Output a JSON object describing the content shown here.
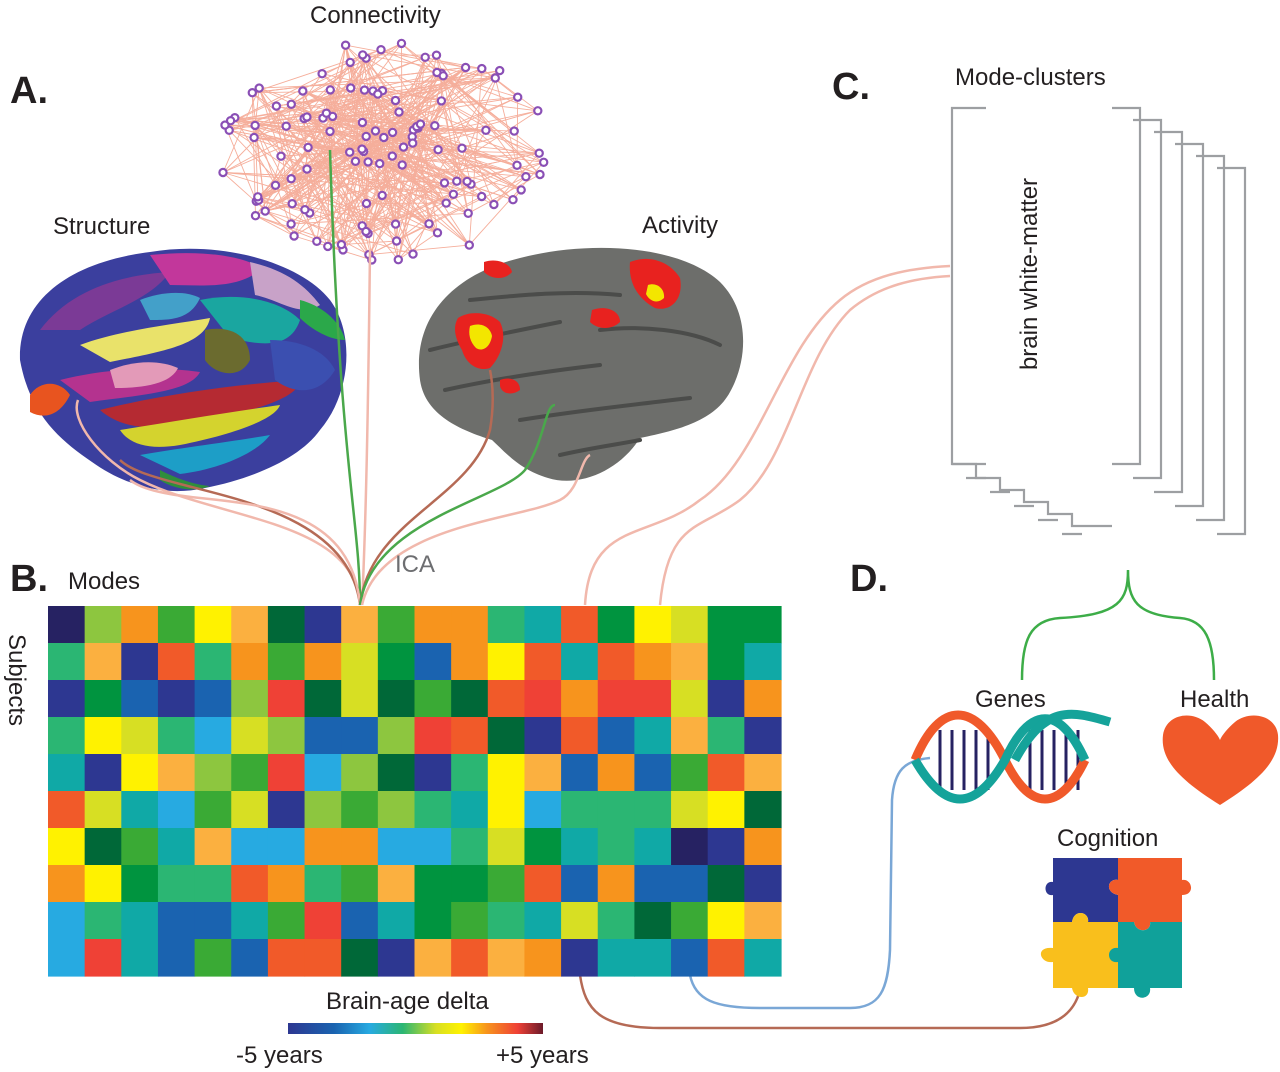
{
  "panels": {
    "a": "A.",
    "b": "B.",
    "c": "C.",
    "d": "D."
  },
  "panel_a": {
    "connectivity_label": "Connectivity",
    "structure_label": "Structure",
    "activity_label": "Activity",
    "ica_label": "ICA"
  },
  "panel_b": {
    "modes_label": "Modes",
    "subjects_label": "Subjects",
    "colorbar_title": "Brain-age delta",
    "colorbar_min": "-5 years",
    "colorbar_max": "+5 years",
    "matrix_rows": 10,
    "matrix_cols": 20,
    "palette": [
      "#2d3791",
      "#1a63b0",
      "#27aae1",
      "#10a9a6",
      "#2bb673",
      "#3aaa35",
      "#00943f",
      "#006838",
      "#8dc63f",
      "#d7df23",
      "#fff200",
      "#fbb040",
      "#f7941d",
      "#f15a29",
      "#ef4136",
      "#262262"
    ],
    "matrix": [
      [
        15,
        8,
        12,
        5,
        10,
        11,
        7,
        0,
        11,
        5,
        12,
        12,
        4,
        3,
        13,
        6,
        10,
        9,
        6,
        6
      ],
      [
        4,
        11,
        0,
        13,
        4,
        12,
        5,
        12,
        9,
        6,
        1,
        12,
        10,
        13,
        3,
        13,
        12,
        11,
        6,
        3
      ],
      [
        0,
        6,
        1,
        0,
        1,
        8,
        14,
        7,
        9,
        7,
        5,
        7,
        13,
        14,
        12,
        14,
        14,
        9,
        0,
        12
      ],
      [
        4,
        10,
        9,
        4,
        2,
        9,
        8,
        1,
        1,
        8,
        14,
        13,
        7,
        0,
        13,
        1,
        3,
        11,
        4,
        0
      ],
      [
        3,
        0,
        10,
        11,
        8,
        5,
        14,
        2,
        8,
        7,
        0,
        4,
        10,
        11,
        1,
        12,
        1,
        5,
        13,
        11
      ],
      [
        13,
        9,
        3,
        2,
        5,
        9,
        0,
        8,
        5,
        8,
        4,
        3,
        10,
        2,
        4,
        4,
        4,
        9,
        10,
        7
      ],
      [
        10,
        7,
        5,
        3,
        11,
        2,
        2,
        12,
        12,
        2,
        2,
        4,
        9,
        6,
        3,
        4,
        3,
        15,
        0,
        12
      ],
      [
        12,
        10,
        6,
        4,
        4,
        13,
        12,
        4,
        5,
        11,
        6,
        6,
        5,
        13,
        1,
        12,
        1,
        1,
        7,
        0
      ],
      [
        2,
        4,
        3,
        1,
        1,
        3,
        5,
        14,
        1,
        3,
        6,
        5,
        4,
        3,
        9,
        4,
        7,
        5,
        10,
        11
      ],
      [
        2,
        14,
        3,
        1,
        5,
        1,
        13,
        13,
        7,
        0,
        11,
        13,
        11,
        12,
        0,
        3,
        3,
        1,
        13,
        3
      ]
    ]
  },
  "panel_c": {
    "title": "Mode-clusters",
    "cluster_label": "brain white-matter"
  },
  "panel_d": {
    "genes_label": "Genes",
    "health_label": "Health",
    "cognition_label": "Cognition"
  },
  "colors": {
    "edge": "#f4a08a",
    "node": "#8a4fb5",
    "cortex": "#6d6e6b",
    "activation": "#e8221f",
    "activation_hot": "#f3e600",
    "link_green": "#4aa84b",
    "link_brown": "#b56a55",
    "link_pink": "#f1b8ac",
    "link_blue": "#7aa7d6",
    "brace_green": "#3dad48",
    "dna_teal": "#15a39a",
    "dna_orange": "#f0592a",
    "dna_navy": "#262262",
    "heart": "#f0592a",
    "puzzle_navy": "#2d3791",
    "puzzle_orange": "#f15a29",
    "puzzle_yellow": "#f9bf1c",
    "puzzle_teal": "#10a19a",
    "bracket_gray": "#9d9fa2"
  },
  "icons": [
    "dna-helix-icon",
    "heart-icon",
    "puzzle-icon",
    "brain-structure-icon",
    "brain-activity-icon",
    "connectivity-network-icon"
  ]
}
